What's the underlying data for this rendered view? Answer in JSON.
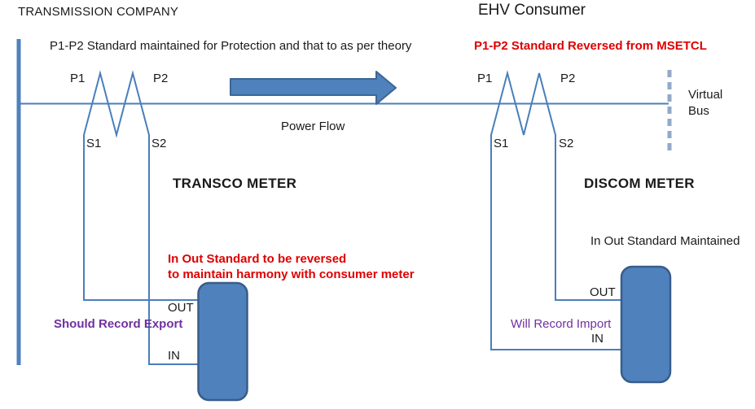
{
  "colors": {
    "line_blue": "#4a7ebb",
    "shape_fill": "#4f81bd",
    "shape_stroke": "#385d8a",
    "virtual_bus_dash": "#92a9c8",
    "warning_red": "#df0000",
    "note_purple": "#7030a0",
    "text_black": "#1a1a1a"
  },
  "left": {
    "title": "TRANSMISSION COMPANY",
    "note": "P1-P2 Standard maintained for Protection and that to as per theory",
    "ct": {
      "p1": "P1",
      "p2": "P2",
      "s1": "S1",
      "s2": "S2"
    },
    "meter_title": "TRANSCO METER",
    "warning": "In Out Standard to be reversed\nto maintain harmony with consumer meter",
    "record_note": "Should Record Export",
    "out_label": "OUT",
    "in_label": "IN"
  },
  "center": {
    "power_flow": "Power Flow"
  },
  "right": {
    "title": "EHV Consumer",
    "note": "P1-P2 Standard Reversed from MSETCL",
    "ct": {
      "p1": "P1",
      "p2": "P2",
      "s1": "S1",
      "s2": "S2"
    },
    "meter_title": "DISCOM METER",
    "standard_note": "In Out Standard Maintained",
    "record_note": "Will Record Import",
    "out_label": "OUT",
    "in_label": "IN",
    "virtual_bus": "Virtual Bus"
  }
}
